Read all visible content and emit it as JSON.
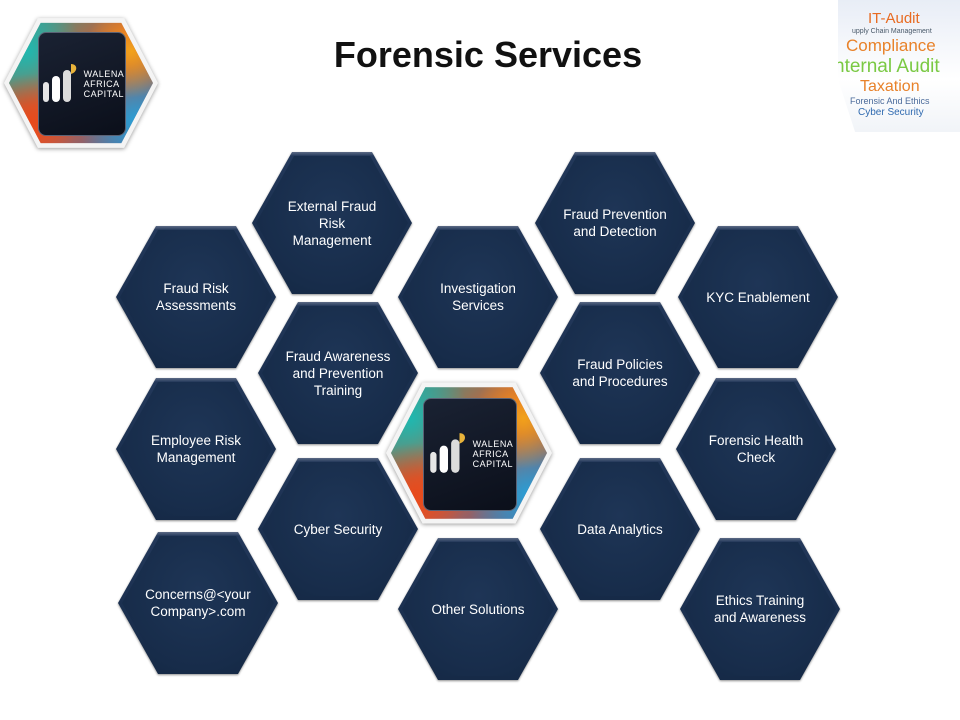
{
  "title": "Forensic Services",
  "logo": {
    "line1": "WALENA",
    "line2": "AFRICA",
    "line3": "CAPITAL"
  },
  "wordcloud": {
    "w1": "IT-Audit",
    "w2": "upply Chain Management",
    "w3": "Compliance",
    "w4": "nternal Audit",
    "w5": "Taxation",
    "w6": "Forensic And Ethics",
    "w7": "Cyber Security"
  },
  "services": [
    {
      "id": "external-fraud",
      "label": "External Fraud Risk Management"
    },
    {
      "id": "fraud-prevention",
      "label": "Fraud Prevention and Detection"
    },
    {
      "id": "fraud-risk-assessments",
      "label": "Fraud Risk Assessments"
    },
    {
      "id": "investigation",
      "label": "Investigation Services"
    },
    {
      "id": "kyc",
      "label": "KYC Enablement"
    },
    {
      "id": "fraud-awareness",
      "label": "Fraud Awareness and Prevention Training"
    },
    {
      "id": "fraud-policies",
      "label": "Fraud Policies and Procedures"
    },
    {
      "id": "employee-risk",
      "label": "Employee Risk Management"
    },
    {
      "id": "forensic-health",
      "label": "Forensic Health Check"
    },
    {
      "id": "cyber-security",
      "label": "Cyber Security"
    },
    {
      "id": "data-analytics",
      "label": "Data Analytics"
    },
    {
      "id": "concerns",
      "label": "Concerns@<your Company>.com"
    },
    {
      "id": "other-solutions",
      "label": "Other Solutions"
    },
    {
      "id": "ethics-training",
      "label": "Ethics Training and Awareness"
    }
  ]
}
